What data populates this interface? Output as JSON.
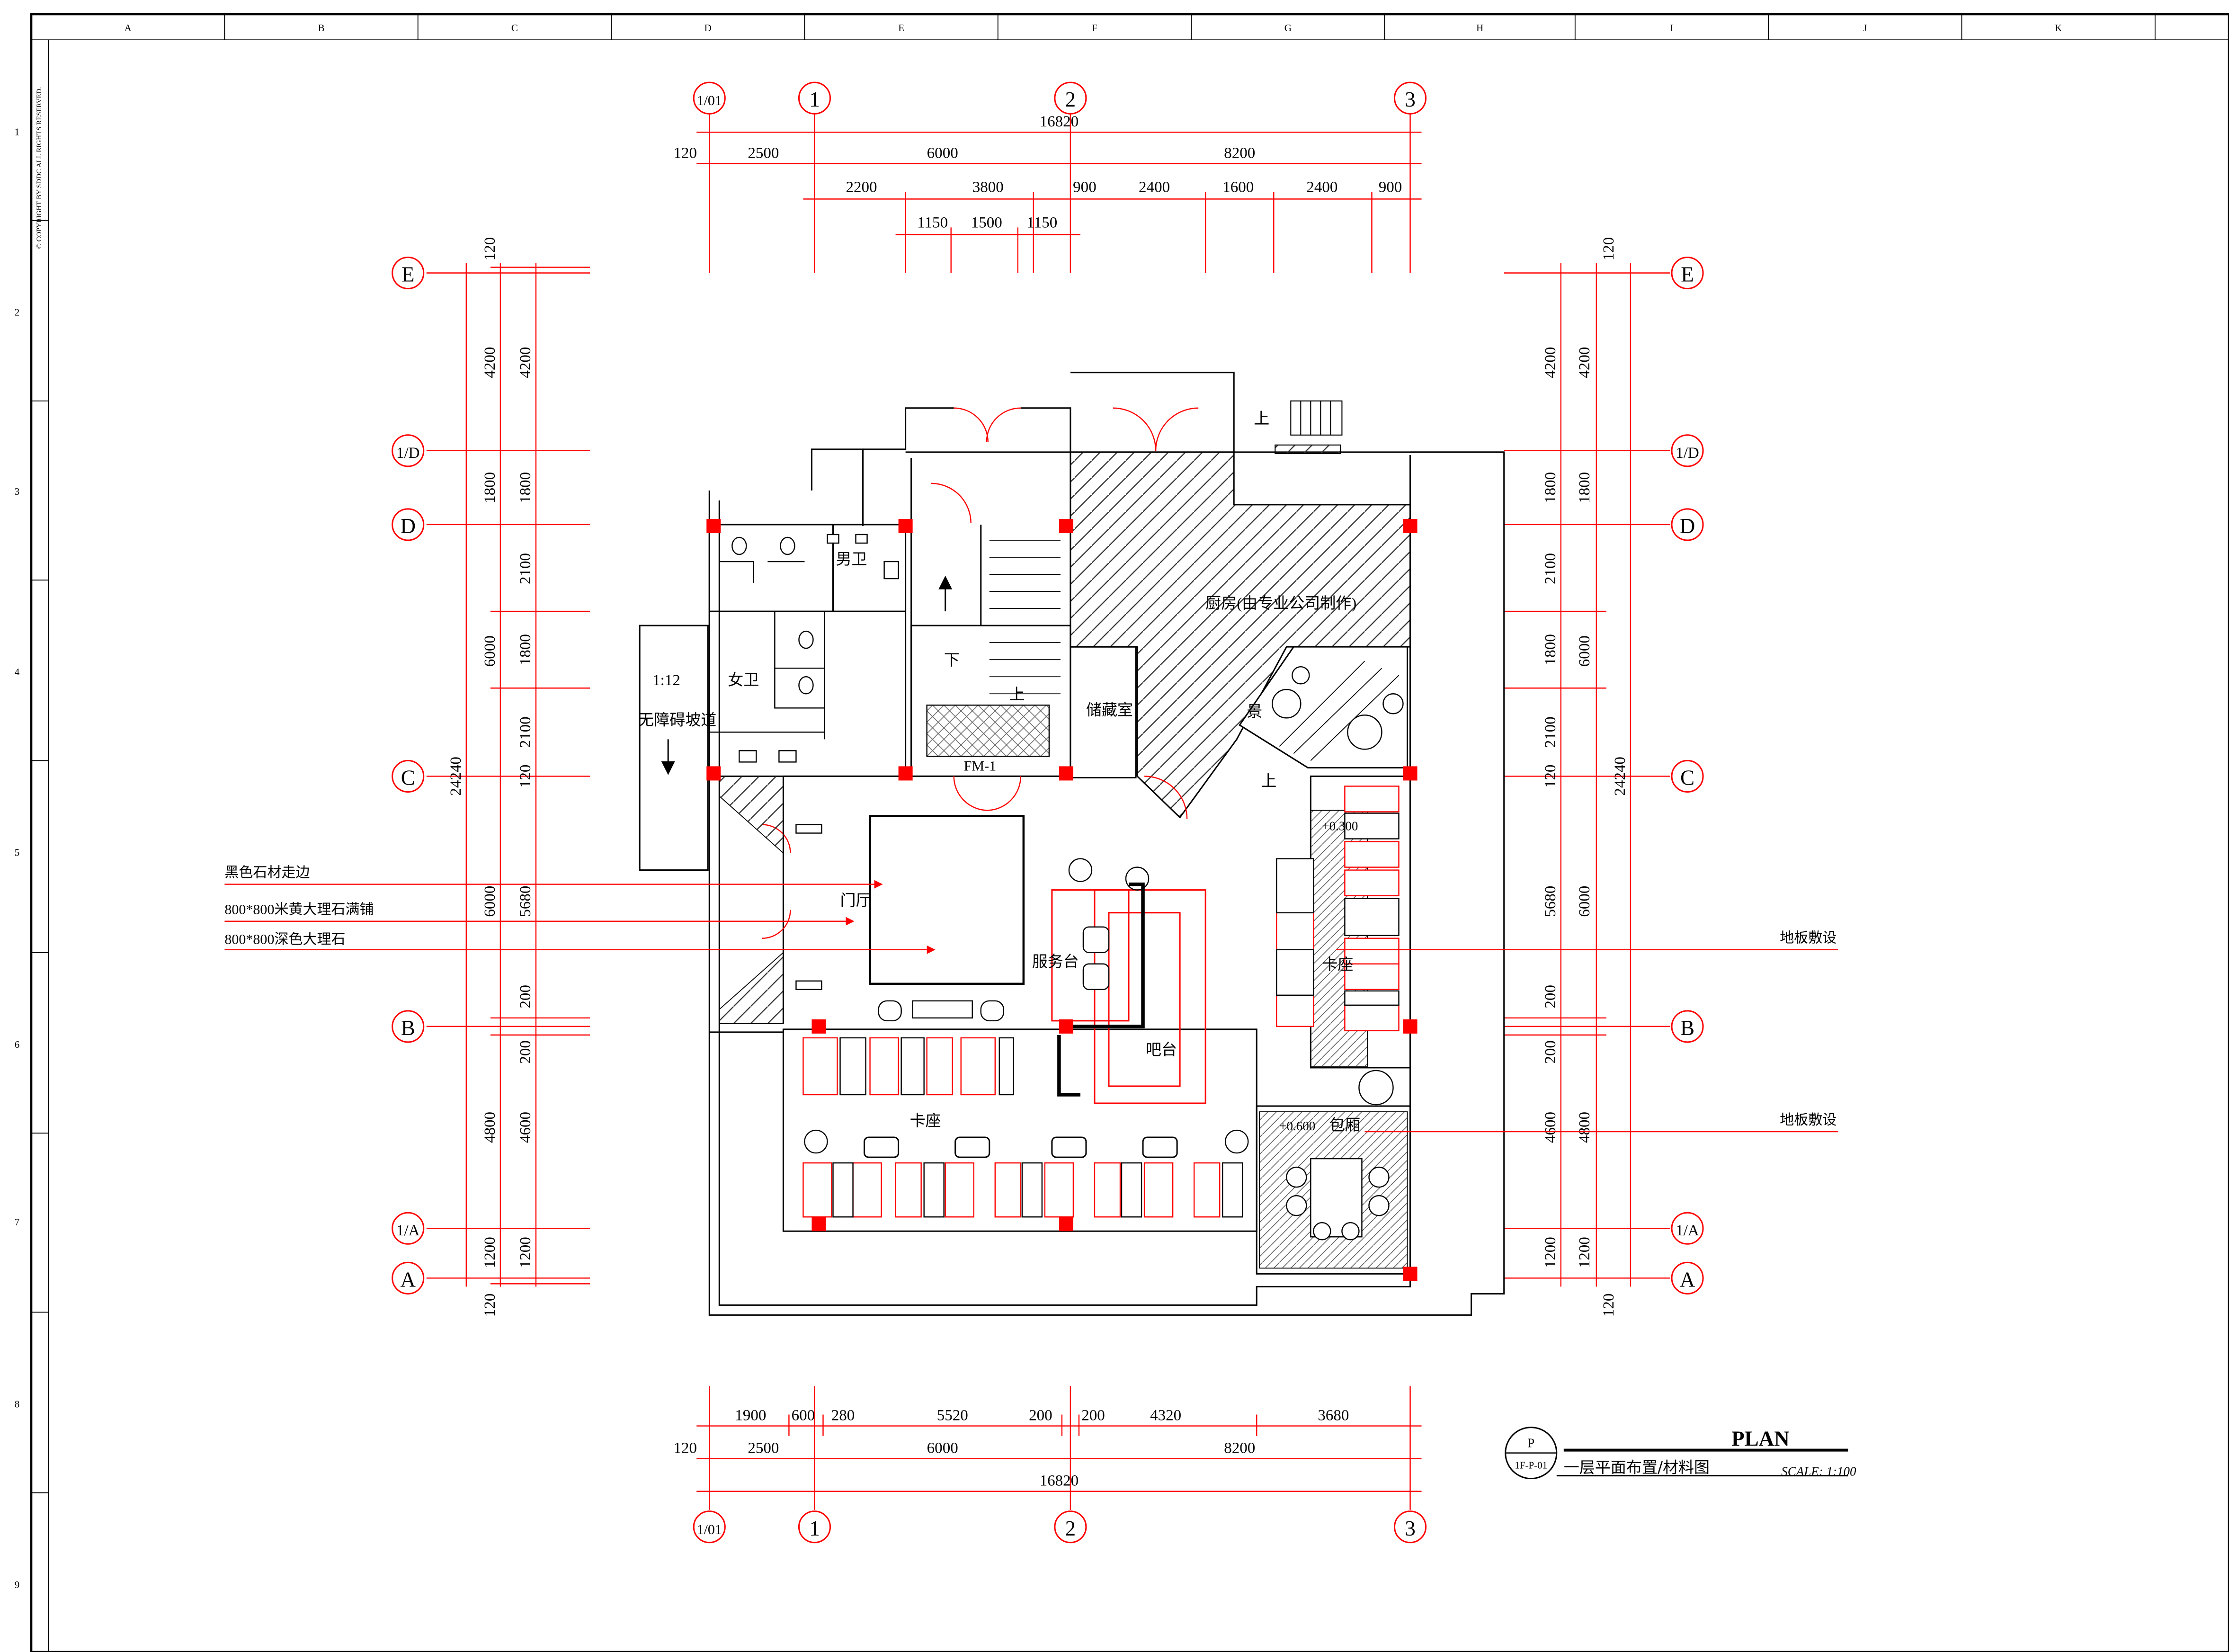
{
  "sheet": {
    "copyright": "© COPYRIGHT BY SDDC ALL RIGHTS RESERVED.",
    "border_columns": [
      "A",
      "B",
      "C",
      "D",
      "E",
      "F",
      "G",
      "H",
      "I",
      "J",
      "K"
    ],
    "border_rows": [
      "1",
      "2",
      "3",
      "4",
      "5",
      "6",
      "7",
      "8",
      "9"
    ]
  },
  "grid_axes": {
    "top": [
      "1/01",
      "1",
      "2",
      "3"
    ],
    "bottom": [
      "1/01",
      "1",
      "2",
      "3"
    ],
    "left": [
      "E",
      "1/D",
      "D",
      "C",
      "B",
      "1/A",
      "A"
    ],
    "right": [
      "E",
      "1/D",
      "D",
      "C",
      "B",
      "1/A",
      "A"
    ]
  },
  "dimensions": {
    "top_total": "16820",
    "top_row1": [
      "120",
      "2500",
      "6000",
      "8200"
    ],
    "top_row2": [
      "2200",
      "3800",
      "900",
      "2400",
      "1600",
      "2400",
      "900"
    ],
    "top_row3": [
      "1150",
      "1500",
      "1150"
    ],
    "bottom_row1": [
      "1900",
      "600",
      "280",
      "5520",
      "200",
      "200",
      "4320",
      "3680"
    ],
    "bottom_row2": [
      "120",
      "2500",
      "6000",
      "8200"
    ],
    "bottom_total": "16820",
    "left_outer": [
      "120",
      "4200",
      "1800",
      "6000",
      "24240",
      "6000",
      "4800",
      "1200",
      "120"
    ],
    "left_inner": [
      "4200",
      "1800",
      "2100",
      "1800",
      "2100",
      "120",
      "5680",
      "200",
      "200",
      "4600",
      "1200"
    ],
    "right_inner": [
      "120",
      "4200",
      "1800",
      "2100",
      "1800",
      "2100",
      "120",
      "5680",
      "200",
      "200",
      "4600",
      "1200",
      "120"
    ],
    "right_outer": [
      "4200",
      "1800",
      "6000",
      "24240",
      "6000",
      "4800",
      "1200"
    ]
  },
  "rooms": {
    "mens_wc": "男卫",
    "womens_wc": "女卫",
    "ramp_slope": "1:12",
    "ramp": "无障碍坡道",
    "kitchen": "厨房(由专业公司制作)",
    "storage": "储藏室",
    "lobby": "门厅",
    "service_desk": "服务台",
    "bar": "吧台",
    "booth_left": "卡座",
    "booth_right": "卡座",
    "private_room": "包厢",
    "level_300": "+0.300",
    "level_600": "+0.600",
    "fire_door": "FM-1",
    "stair_up": "上",
    "stair_down": "下",
    "stair_up_2": "上",
    "stair_up_3": "上",
    "landscape": "景"
  },
  "annotations": {
    "left": [
      "黑色石材走边",
      "800*800米黄大理石满铺",
      "800*800深色大理石"
    ],
    "right": [
      "地板敷设",
      "地板敷设"
    ]
  },
  "title_block": {
    "symbol_top": "P",
    "symbol_bottom": "1F-P-01",
    "drawing_title": "一层平面布置/材料图",
    "plan_label": "PLAN",
    "scale": "SCALE:  1:100"
  },
  "colors": {
    "red": "#ff0000",
    "black": "#000000",
    "hatch": "#555555"
  }
}
